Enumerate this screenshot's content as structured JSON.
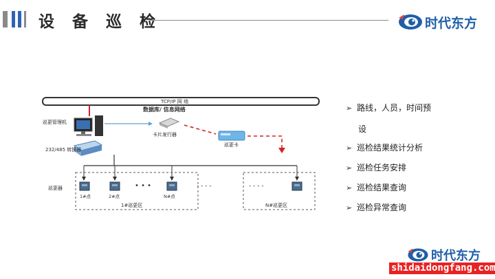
{
  "header": {
    "title": "设 备 巡 检",
    "bar_colors": [
      "#888888",
      "#2e64b4",
      "#2e64b4",
      "#888888"
    ]
  },
  "logo": {
    "text": "时代东方",
    "icon": "eye-logo-icon",
    "brand_color": "#1f5fa8"
  },
  "diagram": {
    "network_label": "TCP/IP 网 络",
    "subtitle": "数据库/ 信息网络",
    "manager_label": "巡更管理机",
    "converter_label": "232/485 转换器",
    "card_issuer_label": "卡片发行器",
    "patrol_card_label": "巡更卡",
    "patrol_device_label": "巡更器",
    "points": [
      "1#点",
      "2#点",
      "N#点"
    ],
    "zones": [
      "1#巡更区",
      "N#巡更区"
    ],
    "dots": "• • •",
    "dashes": "- - - -"
  },
  "bullets": {
    "items": [
      {
        "line1": "路线，人员，时间预",
        "line2": "设"
      },
      {
        "line1": "巡检结果统计分析"
      },
      {
        "line1": "巡检任务安排"
      },
      {
        "line1": "巡检结果查询"
      },
      {
        "line1": "巡检异常查询"
      }
    ],
    "bullet_icon": "arrow-bullet-icon"
  },
  "footer": {
    "logo_text": "时代东方",
    "watermark": "shidaidongfang.com"
  }
}
